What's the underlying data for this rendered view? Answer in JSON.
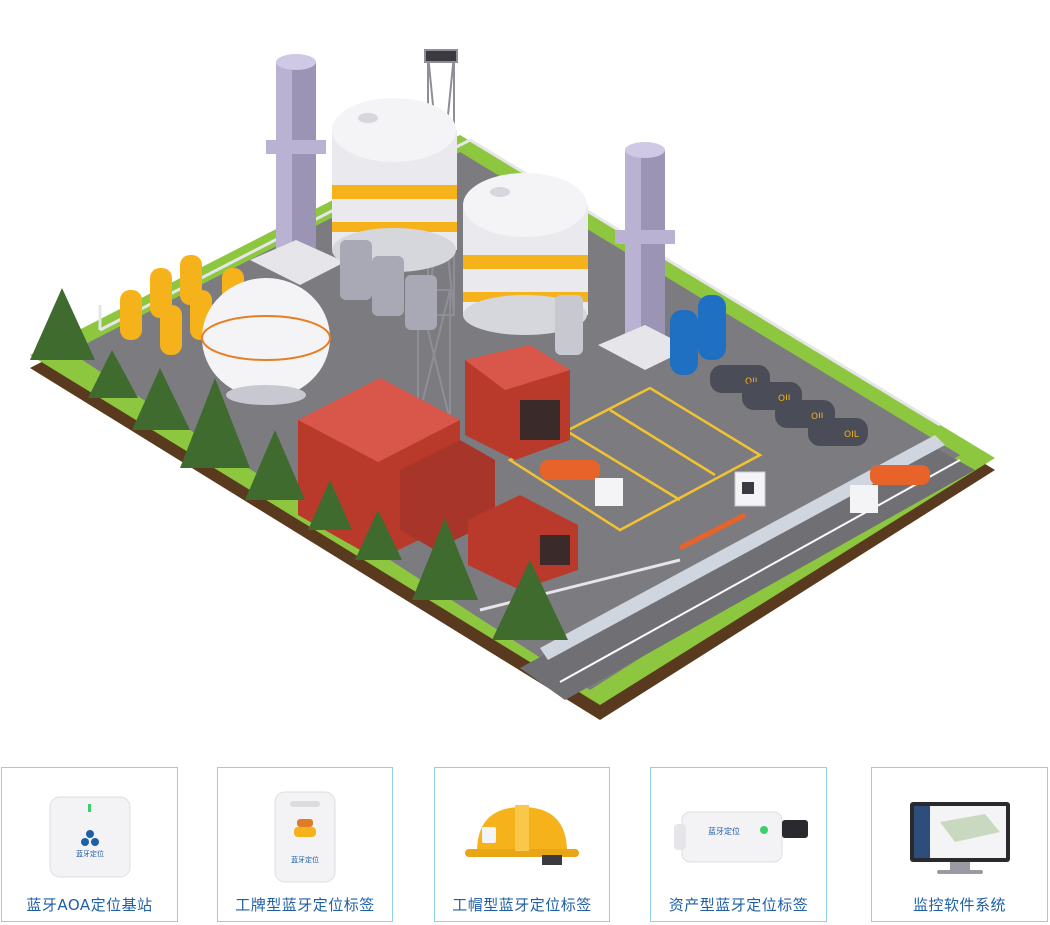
{
  "scene": {
    "tanker_text": "OIL"
  },
  "products": [
    {
      "label": "蓝牙AOA定位基站",
      "icon": "aoa-base-station-icon",
      "brand": "蓝牙定位"
    },
    {
      "label": "工牌型蓝牙定位标签",
      "icon": "badge-tag-icon",
      "brand": "蓝牙定位"
    },
    {
      "label": "工帽型蓝牙定位标签",
      "icon": "helmet-tag-icon",
      "brand": ""
    },
    {
      "label": "资产型蓝牙定位标签",
      "icon": "asset-tag-icon",
      "brand": "蓝牙定位"
    },
    {
      "label": "监控软件系统",
      "icon": "monitor-software-icon",
      "brand": ""
    }
  ],
  "colors": {
    "card_border": "#8fd0ee",
    "label_text": "#1f5fa6",
    "grass": "#8dc63f",
    "brick": "#c0392b",
    "tank_stripe": "#f6b21b"
  }
}
